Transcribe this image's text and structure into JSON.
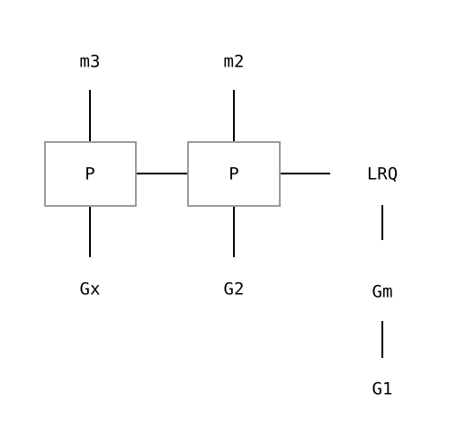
{
  "diagram": {
    "nodes": {
      "box_left": "P",
      "box_right": "P",
      "top_left": "m3",
      "top_right": "m2",
      "bottom_left": "Gx",
      "bottom_right": "G2",
      "chain_top": "LRQ",
      "chain_middle": "Gm",
      "chain_bottom": "G1"
    },
    "colors": {
      "box_border": "#9a9a9a",
      "line": "#000000",
      "text": "#000000"
    }
  }
}
